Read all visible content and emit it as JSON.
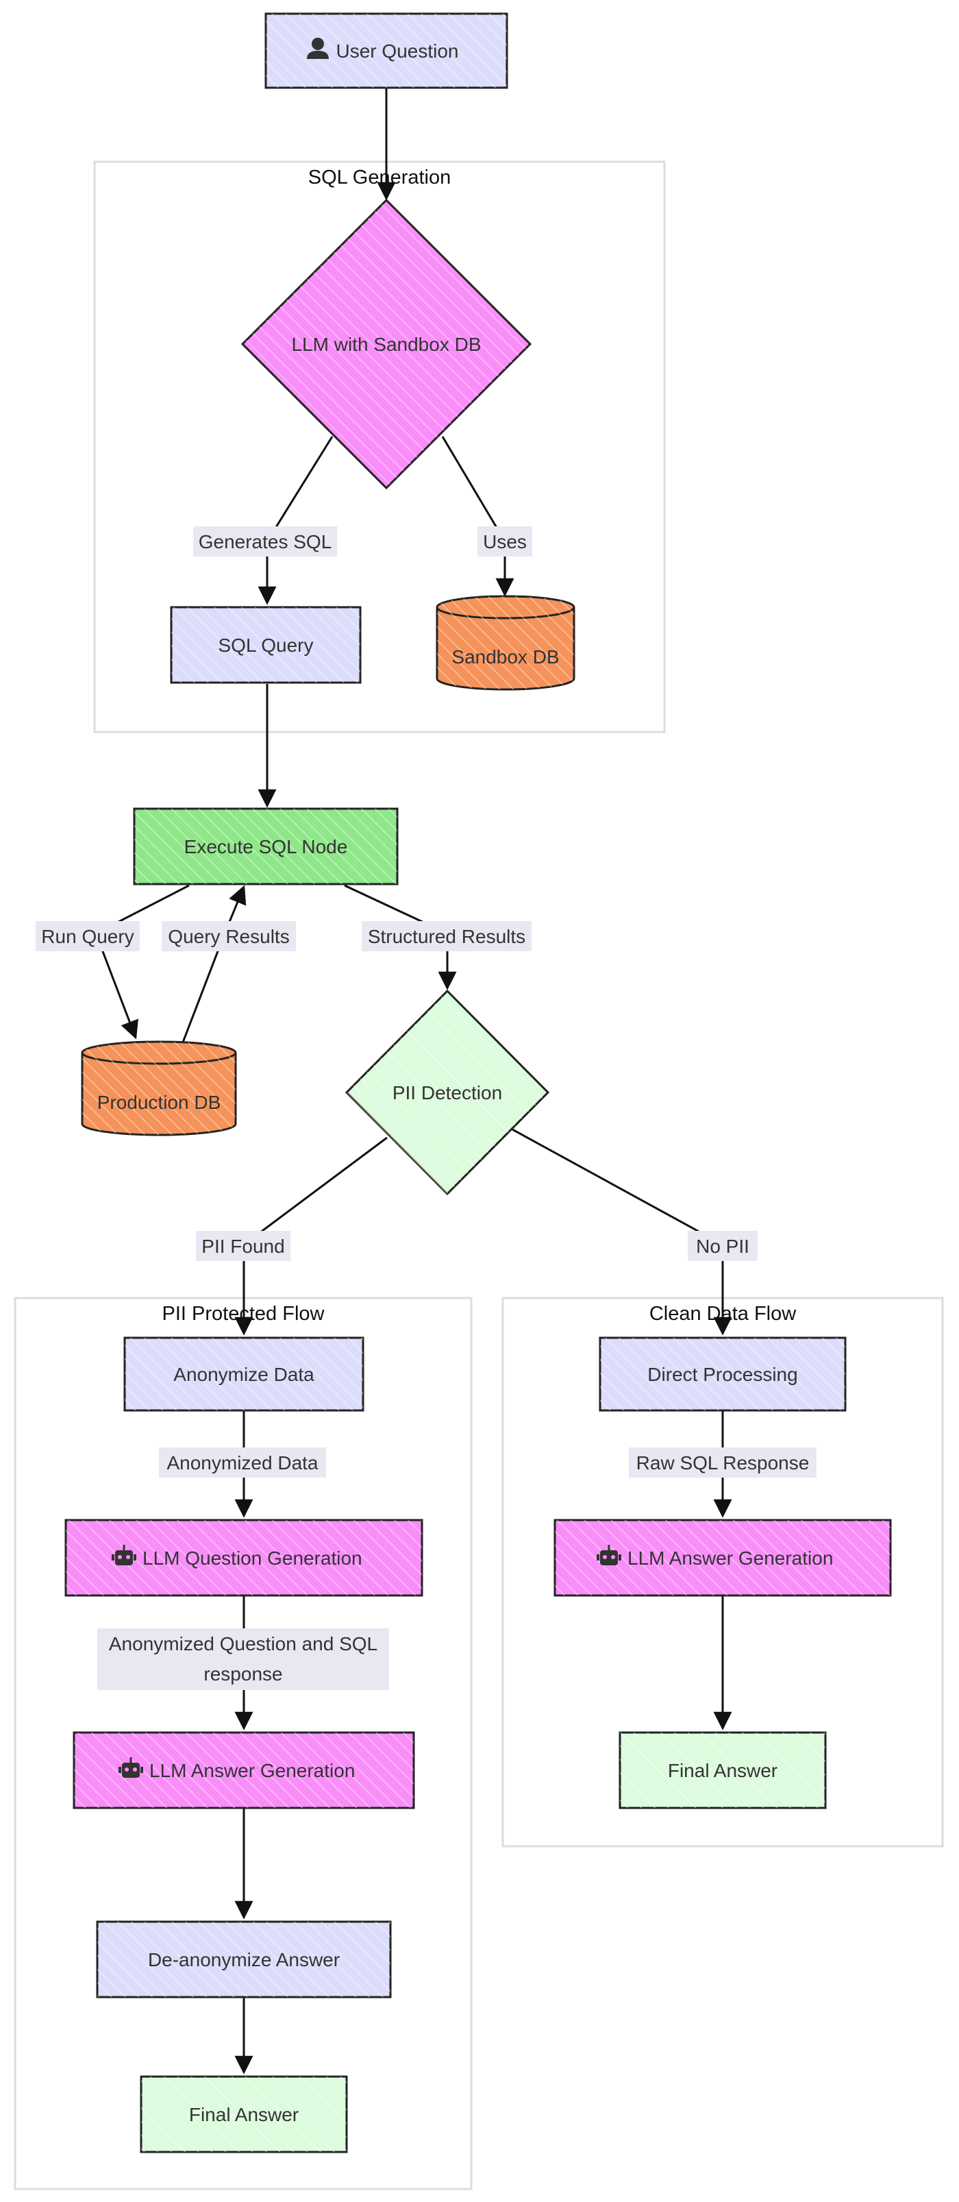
{
  "colors": {
    "lavender": "#dcdcfb",
    "magenta": "#f98ef9",
    "green": "#8fe78a",
    "orange": "#f6935a",
    "mint": "#ddfbdd",
    "stroke": "#222222",
    "edge_label_bg": "#e8e8f2",
    "group_border": "#dddddd"
  },
  "icons": {
    "user": "user-icon",
    "robot": "robot-icon"
  },
  "groups": {
    "sql_generation": "SQL Generation",
    "pii_protected": "PII Protected Flow",
    "clean_data": "Clean Data Flow"
  },
  "nodes": {
    "user_question": "User Question",
    "llm_sandbox": "LLM with Sandbox DB",
    "sql_query": "SQL Query",
    "sandbox_db": "Sandbox DB",
    "execute_sql": "Execute SQL Node",
    "production_db": "Production DB",
    "pii_detection": "PII Detection",
    "anonymize_data": "Anonymize Data",
    "llm_question_gen": "LLM Question Generation",
    "llm_answer_gen_left": "LLM Answer Generation",
    "deanonymize": "De-anonymize Answer",
    "final_answer_left": "Final Answer",
    "direct_processing": "Direct Processing",
    "llm_answer_gen_right": "LLM Answer Generation",
    "final_answer_right": "Final Answer"
  },
  "edges": {
    "generates_sql": "Generates SQL",
    "uses": "Uses",
    "run_query": "Run Query",
    "query_results": "Query Results",
    "structured_results": "Structured Results",
    "pii_found": "PII Found",
    "no_pii": "No PII",
    "anonymized_data": "Anonymized Data",
    "anonymized_q_line1": "Anonymized Question and SQL",
    "anonymized_q_line2": "response",
    "raw_sql_response": "Raw SQL Response"
  }
}
